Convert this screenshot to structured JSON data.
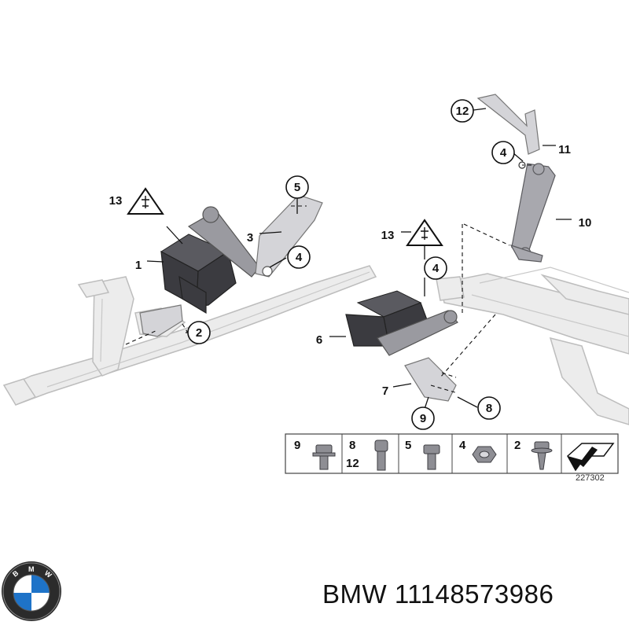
{
  "callouts": [
    "1",
    "2",
    "3",
    "4",
    "4",
    "4",
    "5",
    "6",
    "7",
    "8",
    "9",
    "10",
    "11",
    "12",
    "13",
    "13"
  ],
  "legend": {
    "cells": [
      {
        "labels": [
          "9"
        ],
        "icon": "flange-bolt-icon"
      },
      {
        "labels": [
          "8",
          "12"
        ],
        "icon": "socket-cap-screw-icon"
      },
      {
        "labels": [
          "5"
        ],
        "icon": "hex-bolt-icon"
      },
      {
        "labels": [
          "4"
        ],
        "icon": "hex-nut-icon"
      },
      {
        "labels": [
          "2"
        ],
        "icon": "flange-screw-icon"
      },
      {
        "labels": [],
        "icon": "direction-arrow-icon"
      }
    ]
  },
  "diagram_number": "227302",
  "footer": {
    "brand_logo_text": "BMW",
    "title": "BMW 11148573986"
  }
}
